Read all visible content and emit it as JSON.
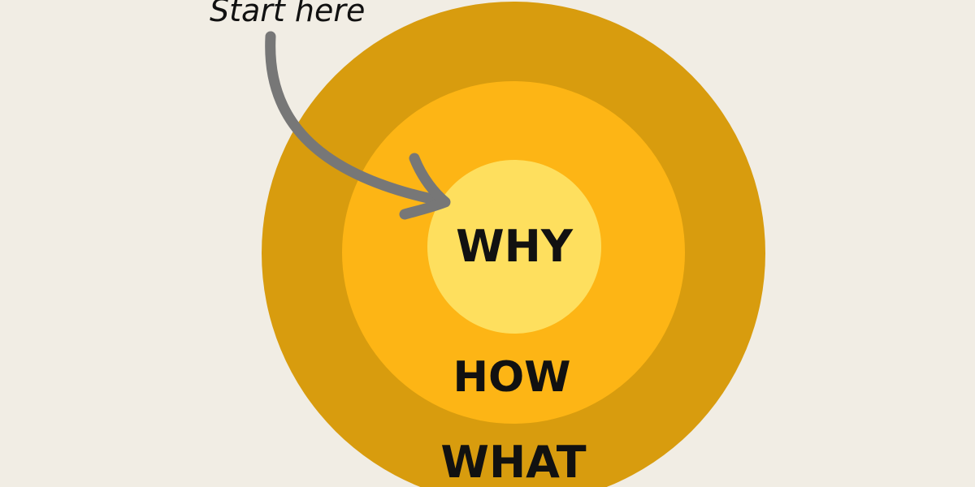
{
  "annotation": {
    "text": "Start here"
  },
  "circles": {
    "inner": {
      "label": "WHY",
      "color": "#fedf5e"
    },
    "middle": {
      "label": "HOW",
      "color": "#fdb515"
    },
    "outer": {
      "label": "WHAT",
      "color": "#d89c0e"
    }
  },
  "colors": {
    "background": "#f1ede4",
    "arrow": "#777777",
    "text": "#111111"
  }
}
